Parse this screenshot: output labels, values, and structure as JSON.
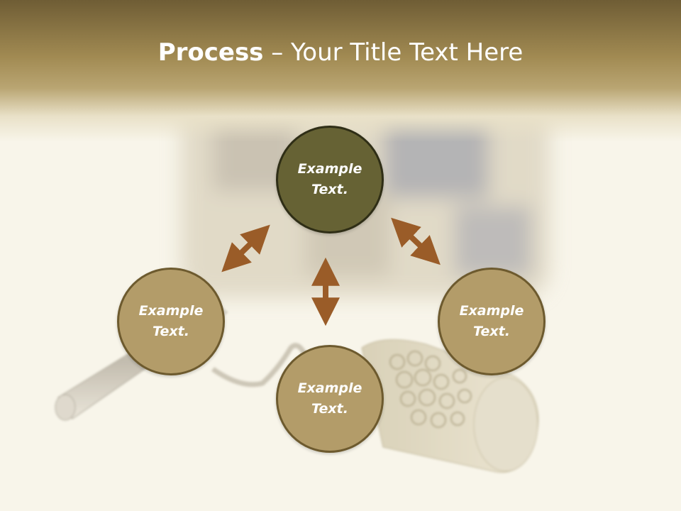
{
  "slide": {
    "title_bold": "Process",
    "title_rest": " – Your Title Text Here"
  },
  "nodes": {
    "top": "Example Text.",
    "left": "Example Text.",
    "right": "Example Text.",
    "bottom": "Example Text."
  },
  "colors": {
    "header": "#a18a52",
    "node_top_fill": "#666234",
    "node_fill": "#b39c69",
    "node_border": "#6d5a2e",
    "arrow": "#9a5c28",
    "background": "#f8f5ea"
  },
  "icons": {
    "arrows": "double-headed-arrow"
  }
}
